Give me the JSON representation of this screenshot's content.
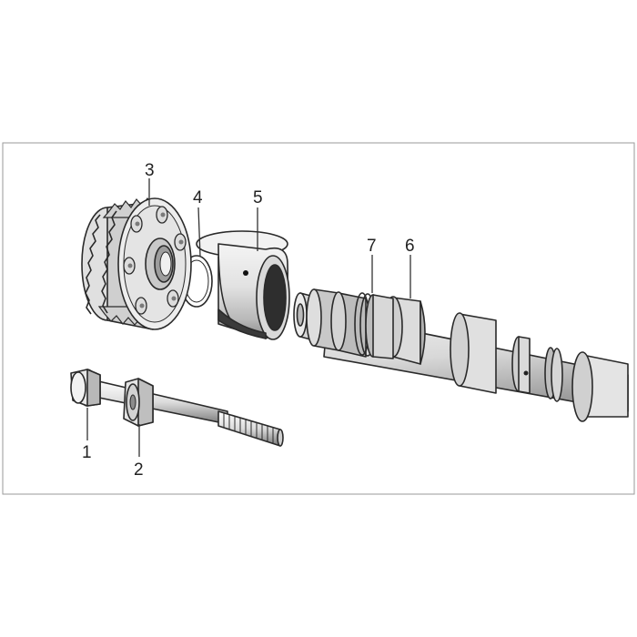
{
  "callouts": [
    {
      "id": "1",
      "label": "1"
    },
    {
      "id": "2",
      "label": "2"
    },
    {
      "id": "3",
      "label": "3"
    },
    {
      "id": "4",
      "label": "4"
    },
    {
      "id": "5",
      "label": "5"
    },
    {
      "id": "6",
      "label": "6"
    },
    {
      "id": "7",
      "label": "7"
    }
  ],
  "colors": {
    "frame": "#9a9a9a",
    "part_light": "#e6e6e6",
    "part_mid": "#c4c4c4",
    "part_dark": "#6e6e6e",
    "outline": "#2a2a2a"
  }
}
